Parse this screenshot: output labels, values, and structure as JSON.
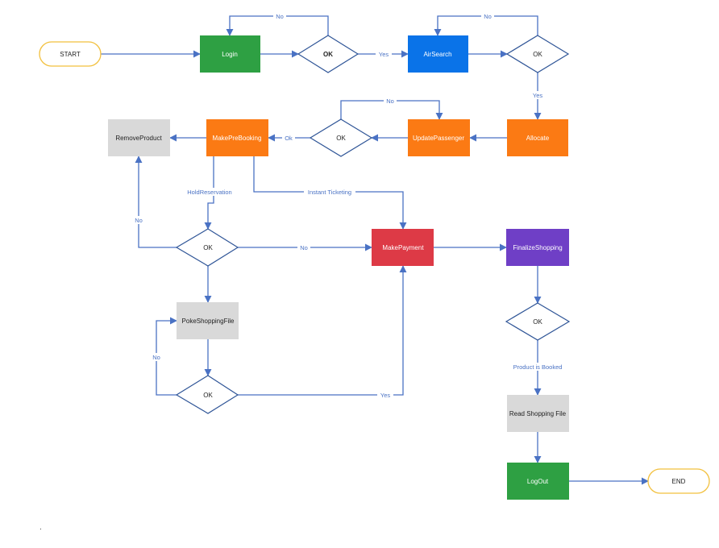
{
  "colors": {
    "green": "#2ea043",
    "blue": "#0a73e8",
    "orange": "#fb7a14",
    "red": "#dd3a46",
    "purple": "#6f3fc6",
    "gray": "#d9d9d9",
    "edge": "#4a72c4",
    "terminal_border": "#f2c03d"
  },
  "terminals": {
    "start": "START",
    "end": "END"
  },
  "steps": {
    "login": "Login",
    "air_search": "AirSearch",
    "allocate": "Allocate",
    "update_passenger": "UpdatePassenger",
    "make_pre_booking": "MakePreBooking",
    "remove_product": "RemoveProduct",
    "make_payment": "MakePayment",
    "finalize_shopping": "FinalizeShopping",
    "poke_shopping_file": "PokeShoppingFile",
    "read_shopping_file": "Read Shopping File",
    "log_out": "LogOut"
  },
  "decisions": {
    "ok": "OK"
  },
  "edge_labels": {
    "no": "No",
    "yes": "Yes",
    "ok": "Ok",
    "hold_reservation": "HoldReservation",
    "instant_ticketing": "Instant Ticketing",
    "product_is_booked": "Product is Booked"
  },
  "footnote": "."
}
